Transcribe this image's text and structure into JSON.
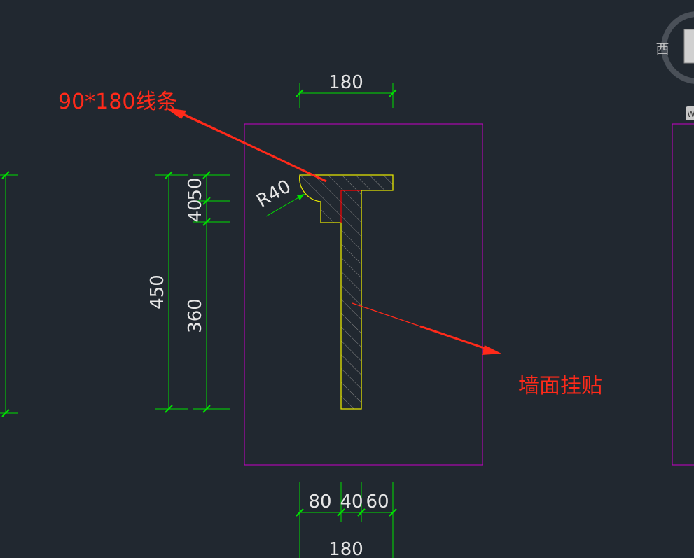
{
  "app": "CAD drawing viewport",
  "colors": {
    "background": "#212830",
    "dimension": "#00e000",
    "viewport_frame": "#c800c8",
    "profile_outline": "#e6e600",
    "hatch": "#8a8a8a",
    "annotation": "#ff2a1a",
    "inner_line": "#ff0000",
    "text": "#e6e6e6"
  },
  "annotations": {
    "molding_label": "90*180线条",
    "wall_label": "墙面挂贴"
  },
  "dimensions": {
    "top_width": "180",
    "bottom_total": "180",
    "bottom_segments": [
      "80",
      "40",
      "60"
    ],
    "radius": "R40",
    "height_total": "450",
    "height_segments": [
      "50",
      "40",
      "360"
    ]
  },
  "viewcube": {
    "direction_label": "西",
    "badge": "W"
  }
}
